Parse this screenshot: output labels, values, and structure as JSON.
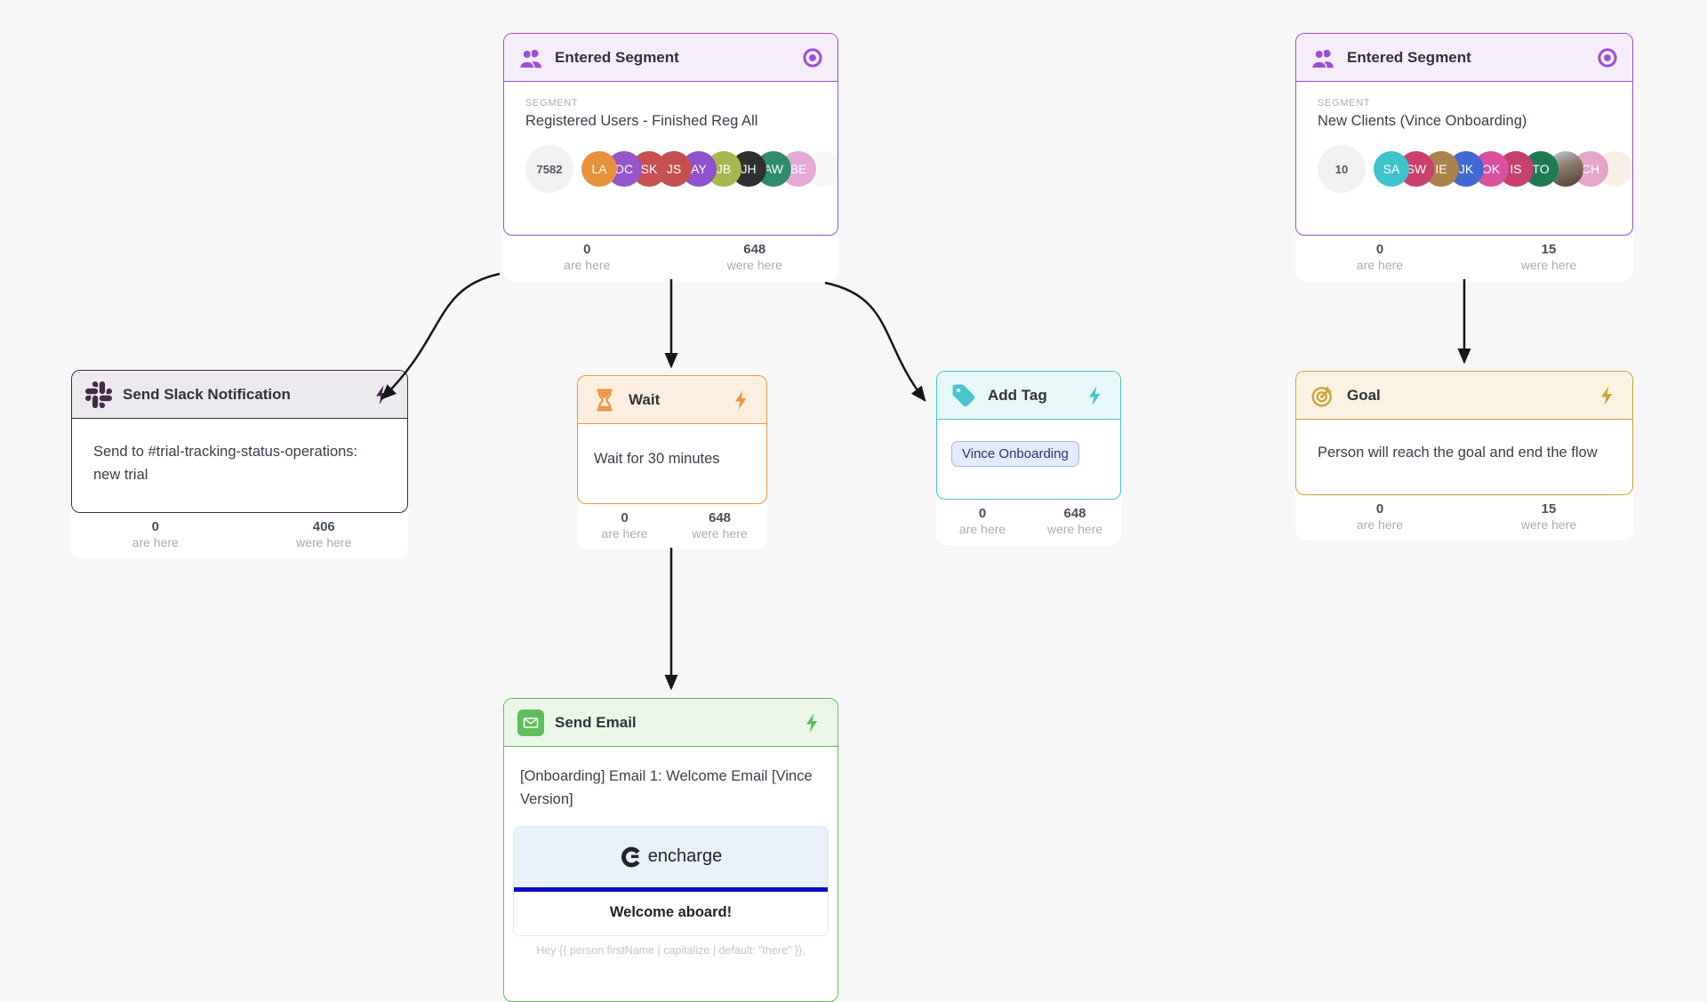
{
  "canvas": {
    "bg": "#f7f7f8"
  },
  "colors": {
    "arrow": "#161616",
    "purple_accent": "#9b4fd6",
    "purple_header_bg": "#f6edfb",
    "slack_accent": "#45294a",
    "slack_header_bg": "#edeaef",
    "orange_accent": "#ee933f",
    "orange_header_bg": "#fcefe0",
    "teal_accent": "#4ac3cc",
    "teal_header_bg": "#e8f8f9",
    "gold_accent": "#cda43c",
    "gold_header_bg": "#faf3e1",
    "green_accent": "#5fbe5c",
    "green_header_bg": "#eaf7e7",
    "tag_chip_bg": "#e5eafc",
    "tag_chip_border": "#a9b7ee",
    "tag_chip_text": "#27336e",
    "email_preview_bg": "#e9f1fb",
    "email_divider_blue": "#0a0acb"
  },
  "stats_labels": {
    "are": "are here",
    "were": "were here"
  },
  "nodes": {
    "segment_left": {
      "title": "Entered Segment",
      "icon": "users-icon",
      "corner_icon": "bullseye-icon",
      "section_label": "SEGMENT",
      "segment_name": "Registered Users - Finished Reg All",
      "count": "7582",
      "avatars": [
        {
          "initials": "LA",
          "color": "#e8913d"
        },
        {
          "initials": "DC",
          "color": "#9456c8"
        },
        {
          "initials": "SK",
          "color": "#c75050"
        },
        {
          "initials": "JS",
          "color": "#c4504e"
        },
        {
          "initials": "AY",
          "color": "#8e52cc"
        },
        {
          "initials": "JB",
          "color": "#a8b74e"
        },
        {
          "initials": "JH",
          "color": "#2f2f2f"
        },
        {
          "initials": "AW",
          "color": "#2e8b6b"
        },
        {
          "initials": "BE",
          "color": "#e3a8d3"
        },
        {
          "initials": "",
          "color": "#ededed",
          "faded": true
        }
      ],
      "stats": {
        "here": "0",
        "were": "648"
      }
    },
    "segment_right": {
      "title": "Entered Segment",
      "icon": "users-icon",
      "corner_icon": "bullseye-icon",
      "section_label": "SEGMENT",
      "segment_name": "New Clients (Vince Onboarding)",
      "count": "10",
      "avatars": [
        {
          "initials": "SA",
          "color": "#3ec3cb"
        },
        {
          "initials": "SW",
          "color": "#c9416a"
        },
        {
          "initials": "IE",
          "color": "#a9824c"
        },
        {
          "initials": "JK",
          "color": "#4169d1"
        },
        {
          "initials": "OK",
          "color": "#d9509f"
        },
        {
          "initials": "IS",
          "color": "#c5406b"
        },
        {
          "initials": "TO",
          "color": "#1e7a52"
        },
        {
          "initials": "",
          "photo": true
        },
        {
          "initials": "CH",
          "color": "#e4a6cb"
        },
        {
          "initials": "",
          "color": "#f0e0c8",
          "faded": true
        }
      ],
      "stats": {
        "here": "0",
        "were": "15"
      }
    },
    "slack": {
      "title": "Send Slack Notification",
      "icon": "slack-icon",
      "corner_icon": "lightning-icon",
      "body": "Send to #trial-tracking-status-operations: new trial",
      "stats": {
        "here": "0",
        "were": "406"
      }
    },
    "wait": {
      "title": "Wait",
      "icon": "hourglass-icon",
      "corner_icon": "lightning-icon",
      "body": "Wait for 30 minutes",
      "stats": {
        "here": "0",
        "were": "648"
      }
    },
    "add_tag": {
      "title": "Add Tag",
      "icon": "tag-icon",
      "corner_icon": "lightning-icon",
      "tag": "Vince Onboarding",
      "stats": {
        "here": "0",
        "were": "648"
      }
    },
    "goal": {
      "title": "Goal",
      "icon": "goal-target-icon",
      "corner_icon": "lightning-icon",
      "body": "Person will reach the goal and end the flow",
      "stats": {
        "here": "0",
        "were": "15"
      }
    },
    "send_email": {
      "title": "Send Email",
      "icon": "envelope-icon",
      "corner_icon": "lightning-icon",
      "body": "[Onboarding] Email 1: Welcome Email [Vince Version]",
      "preview": {
        "logo_text": "encharge",
        "heading": "Welcome aboard!",
        "template_line": "Hey {{ person.firstName | capitalize | default: \"there\" }},"
      }
    }
  }
}
